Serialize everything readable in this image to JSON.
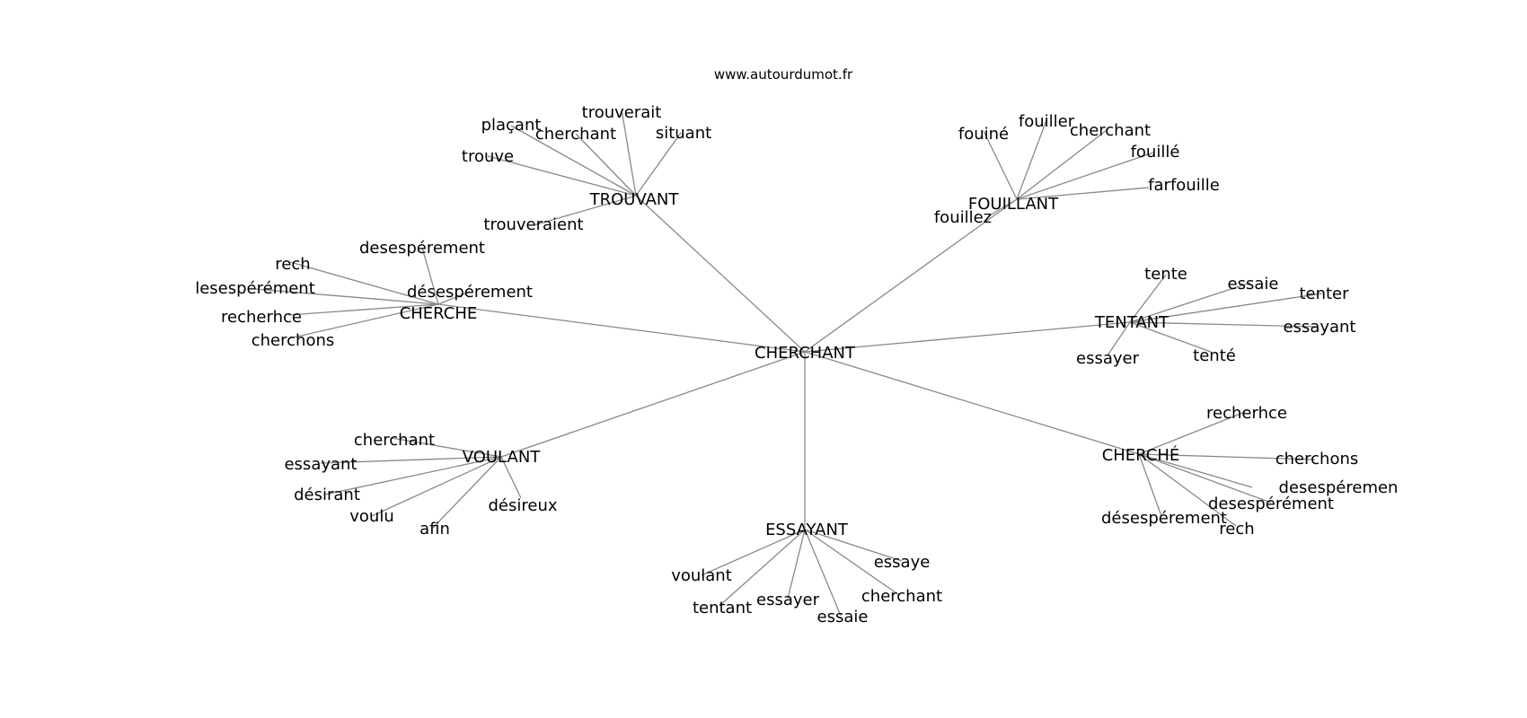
{
  "site": "www.autourdumot.fr",
  "colors": {
    "edge": "#888888",
    "text": "#000000",
    "background": "#ffffff"
  },
  "center": "CHERCHANT",
  "groups": [
    {
      "label": "TROUVANT",
      "children": [
        "trouverait",
        "plaçant",
        "cherchant",
        "situant",
        "trouve",
        "trouveraient"
      ]
    },
    {
      "label": "FOUILLANT",
      "children": [
        "fouiné",
        "fouiller",
        "cherchant",
        "fouillé",
        "farfouille",
        "fouillez"
      ]
    },
    {
      "label": "CHERCHE",
      "children": [
        "desespérement",
        "rech",
        "désespérement",
        "lesespérément",
        "recherhce",
        "cherchons"
      ]
    },
    {
      "label": "TENTANT",
      "children": [
        "tente",
        "essaie",
        "tenter",
        "essayant",
        "essayer",
        "tenté"
      ]
    },
    {
      "label": "VOULANT",
      "children": [
        "cherchant",
        "essayant",
        "désirant",
        "voulu",
        "afin",
        "désireux"
      ]
    },
    {
      "label": "CHERCHÉ",
      "children": [
        "recherhce",
        "cherchons",
        "desespéremen",
        "desespérément",
        "désespérement",
        "rech"
      ]
    },
    {
      "label": "ESSAYANT",
      "children": [
        "voulant",
        "tentant",
        "essayer",
        "essaie",
        "cherchant",
        "essaye"
      ]
    }
  ]
}
